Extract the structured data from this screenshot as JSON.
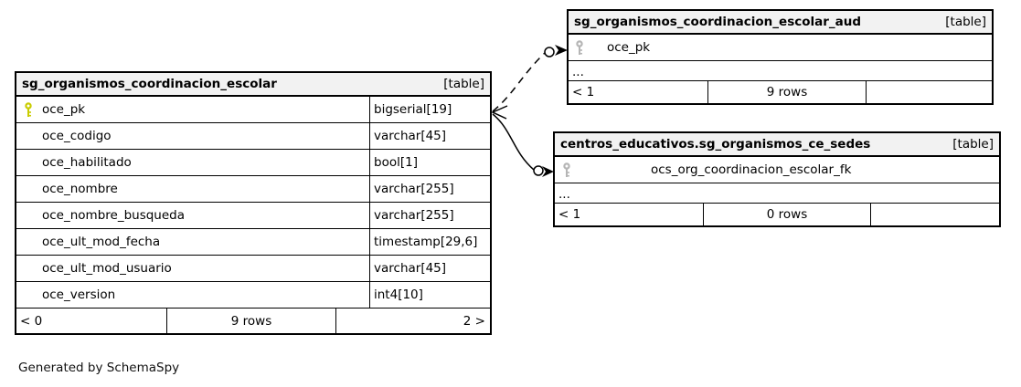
{
  "diagram": {
    "generator_note": "Generated by SchemaSpy"
  },
  "colors": {
    "header_bg": "#f2f2f2",
    "border": "#000000",
    "primary_key_icon": "#c9cc00",
    "foreign_key_icon": "#b5b5b5"
  },
  "tables": {
    "main": {
      "title": "sg_organismos_coordinacion_escolar",
      "tag": "[table]",
      "columns": [
        {
          "name": "oce_pk",
          "type": "bigserial[19]",
          "key": "primary"
        },
        {
          "name": "oce_codigo",
          "type": "varchar[45]"
        },
        {
          "name": "oce_habilitado",
          "type": "bool[1]"
        },
        {
          "name": "oce_nombre",
          "type": "varchar[255]"
        },
        {
          "name": "oce_nombre_busqueda",
          "type": "varchar[255]"
        },
        {
          "name": "oce_ult_mod_fecha",
          "type": "timestamp[29,6]"
        },
        {
          "name": "oce_ult_mod_usuario",
          "type": "varchar[45]"
        },
        {
          "name": "oce_version",
          "type": "int4[10]"
        }
      ],
      "footer": {
        "left": "< 0",
        "center": "9 rows",
        "right": "2 >"
      }
    },
    "aud": {
      "title": "sg_organismos_coordinacion_escolar_aud",
      "tag": "[table]",
      "columns": [
        {
          "name": "oce_pk",
          "key": "foreign"
        }
      ],
      "ellipsis": "...",
      "footer": {
        "left": "< 1",
        "center": "9 rows",
        "right": ""
      }
    },
    "sedes": {
      "title": "centros_educativos.sg_organismos_ce_sedes",
      "tag": "[table]",
      "columns": [
        {
          "name": "ocs_org_coordinacion_escolar_fk",
          "key": "foreign"
        }
      ],
      "ellipsis": "...",
      "footer": {
        "left": "< 1",
        "center": "0 rows",
        "right": ""
      }
    }
  },
  "relationships": [
    {
      "from": "sg_organismos_coordinacion_escolar.oce_pk",
      "to": "sg_organismos_coordinacion_escolar_aud.oce_pk",
      "style": "dashed"
    },
    {
      "from": "sg_organismos_coordinacion_escolar.oce_pk",
      "to": "centros_educativos.sg_organismos_ce_sedes.ocs_org_coordinacion_escolar_fk",
      "style": "solid"
    }
  ]
}
